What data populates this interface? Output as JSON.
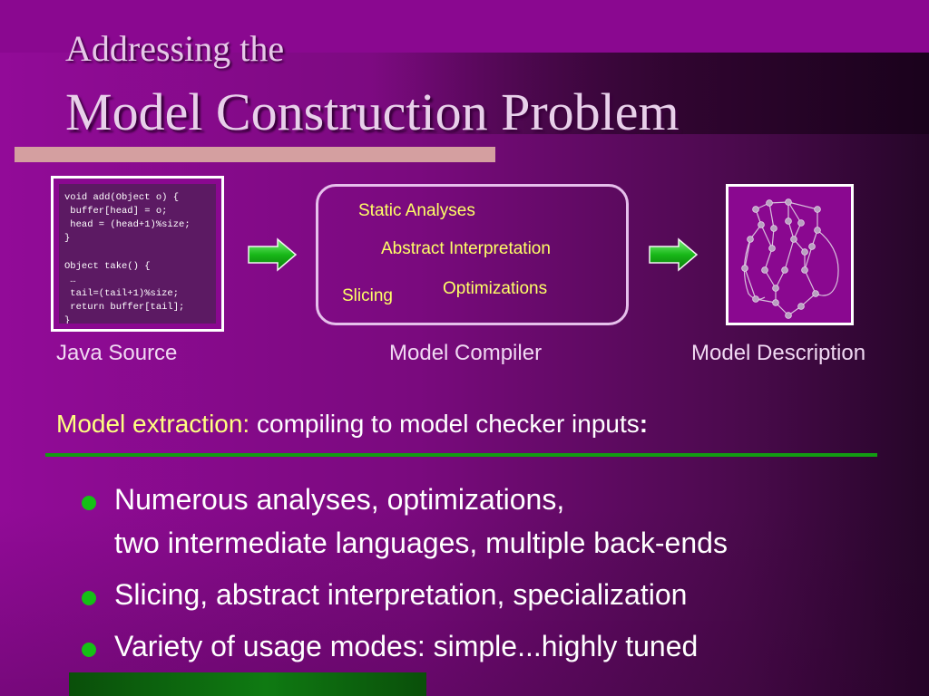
{
  "slide": {
    "title_top": "Addressing the",
    "title_main": "Model Construction Problem"
  },
  "diagram": {
    "code_lines": [
      "void add(Object o) {",
      " buffer[head] = o;",
      " head = (head+1)%size;",
      "}",
      "",
      "Object take() {",
      " …",
      " tail=(tail+1)%size;",
      " return buffer[tail];",
      "}"
    ],
    "compiler_items": {
      "static_analyses": "Static Analyses",
      "abstract_interpretation": "Abstract Interpretation",
      "optimizations": "Optimizations",
      "slicing": "Slicing"
    },
    "captions": {
      "java_source": "Java Source",
      "model_compiler": "Model Compiler",
      "model_description": "Model Description"
    }
  },
  "lead": {
    "highlight": "Model extraction:",
    "rest": " compiling to model checker inputs",
    "colon": ":"
  },
  "bullets": [
    {
      "line1": "Numerous analyses, optimizations,",
      "line2": "two intermediate languages, multiple back-ends"
    },
    {
      "line1": "Slicing, abstract interpretation, specialization"
    },
    {
      "line1": "Variety of usage modes:  simple...highly tuned"
    }
  ],
  "colors": {
    "background": "#8a0890",
    "title_text": "#e8d0ea",
    "accent_yellow": "#ffff66",
    "bullet_green": "#15c015",
    "rule_pink": "#d49fa0"
  }
}
